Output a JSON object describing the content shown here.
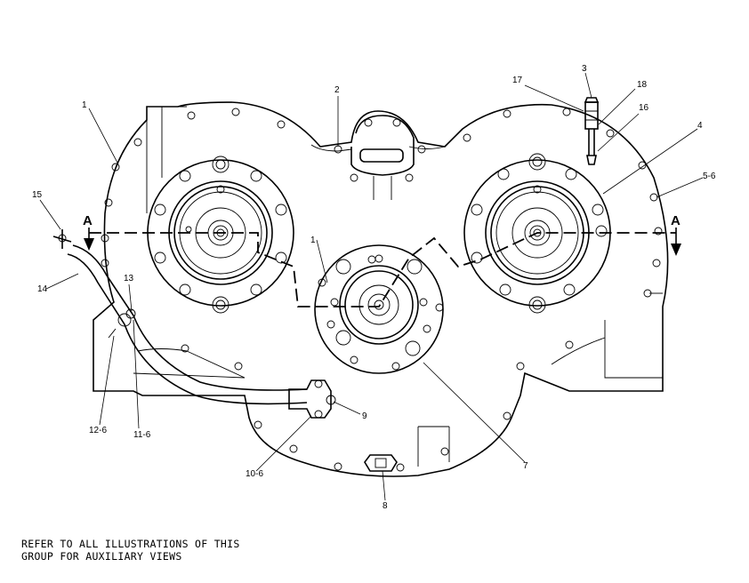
{
  "callouts": [
    {
      "id": "c1a",
      "text": "1"
    },
    {
      "id": "c1b",
      "text": "1"
    },
    {
      "id": "c2",
      "text": "2"
    },
    {
      "id": "c3",
      "text": "3"
    },
    {
      "id": "c4",
      "text": "4"
    },
    {
      "id": "c5",
      "text": "5-6"
    },
    {
      "id": "c7",
      "text": "7"
    },
    {
      "id": "c8",
      "text": "8"
    },
    {
      "id": "c9",
      "text": "9"
    },
    {
      "id": "c10",
      "text": "10-6"
    },
    {
      "id": "c11",
      "text": "11-6"
    },
    {
      "id": "c12",
      "text": "12-6"
    },
    {
      "id": "c13",
      "text": "13"
    },
    {
      "id": "c14",
      "text": "14"
    },
    {
      "id": "c15",
      "text": "15"
    },
    {
      "id": "c16",
      "text": "16"
    },
    {
      "id": "c17",
      "text": "17"
    },
    {
      "id": "c18",
      "text": "18"
    }
  ],
  "section_markers": {
    "left": "A",
    "right": "A"
  },
  "note": {
    "line1": "REFER TO ALL ILLUSTRATIONS OF THIS",
    "line2": "GROUP FOR AUXILIARY VIEWS"
  }
}
